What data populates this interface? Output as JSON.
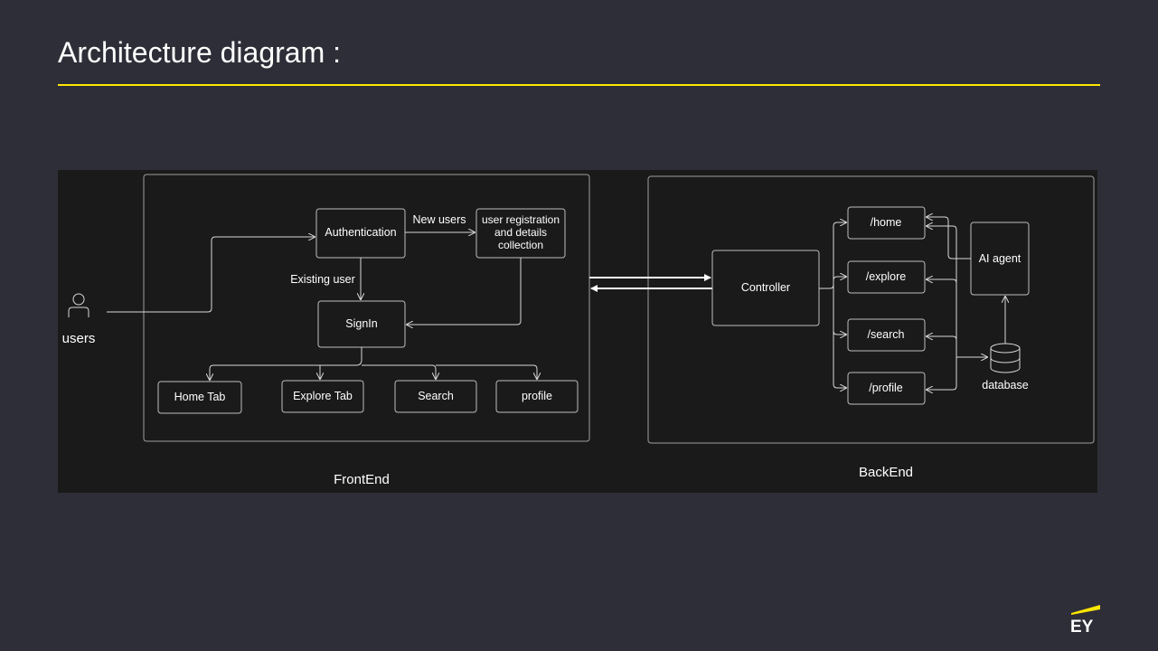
{
  "slide": {
    "title": "Architecture diagram :"
  },
  "diagram": {
    "users_label": "users",
    "frontend": {
      "region_label": "FrontEnd",
      "authentication": "Authentication",
      "new_users_label": "New users",
      "registration": [
        "user registration",
        "and details",
        "collection"
      ],
      "existing_user_label": "Existing user",
      "signin": "SignIn",
      "tabs": [
        "Home Tab",
        "Explore Tab",
        "Search",
        "profile"
      ]
    },
    "backend": {
      "region_label": "BackEnd",
      "controller": "Controller",
      "routes": [
        "/home",
        "/explore",
        "/search",
        "/profile"
      ],
      "ai_agent": "AI agent",
      "database": "database"
    }
  },
  "branding": {
    "logo_text": "EY",
    "accent_color": "#ffe600",
    "background_color": "#2e2e38"
  }
}
